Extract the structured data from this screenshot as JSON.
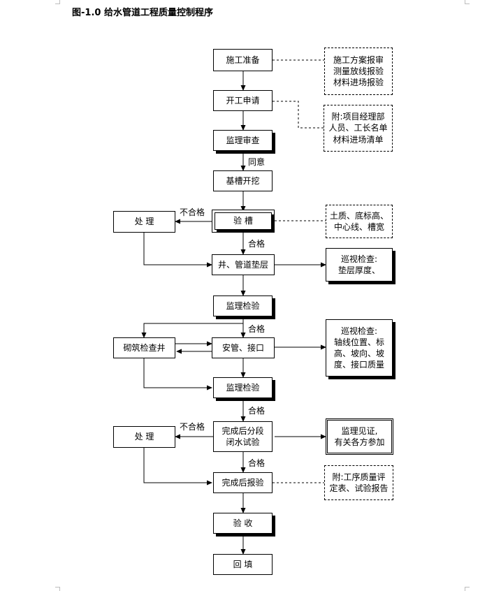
{
  "title": "图-1.0  给水管道工程质量控制程序",
  "nodes": {
    "prep": "施工准备",
    "apply": "开工申请",
    "review1": "监理审查",
    "trench": "基槽开挖",
    "inspect_trench": "验  槽",
    "cushion": "井、管道垫层",
    "check1": "监理检验",
    "install": "安管、接口",
    "well": "砌筑检查井",
    "check2": "监理检验",
    "watertest": [
      "完成后分段",
      "闭水试验"
    ],
    "report": "完成后报验",
    "accept": "验  收",
    "backfill": "回  填",
    "handle1": "处  理",
    "handle2": "处  理"
  },
  "notes": {
    "n1": [
      "施工方案报审",
      "测量放线报验",
      "材料进场报验"
    ],
    "n2": [
      "附:项目经理部",
      "人员、工长名单",
      "材料进场清单"
    ],
    "n3": [
      "土质、底标高、",
      "中心线、槽宽"
    ],
    "n4": [
      "巡视检查:",
      "垫层厚度、"
    ],
    "n5": [
      "巡视检查:",
      "轴线位置、标",
      "高、坡向、坡",
      "度、接口质量"
    ],
    "n6": [
      "监理见证,",
      "有关各方参加"
    ],
    "n7": [
      "附:工序质量评",
      "定表、试验报告"
    ]
  },
  "labels": {
    "agree": "同意",
    "fail1": "不合格",
    "pass1": "合格",
    "pass2": "合格",
    "pass3": "合格",
    "fail2": "不合格",
    "pass4": "合格"
  }
}
